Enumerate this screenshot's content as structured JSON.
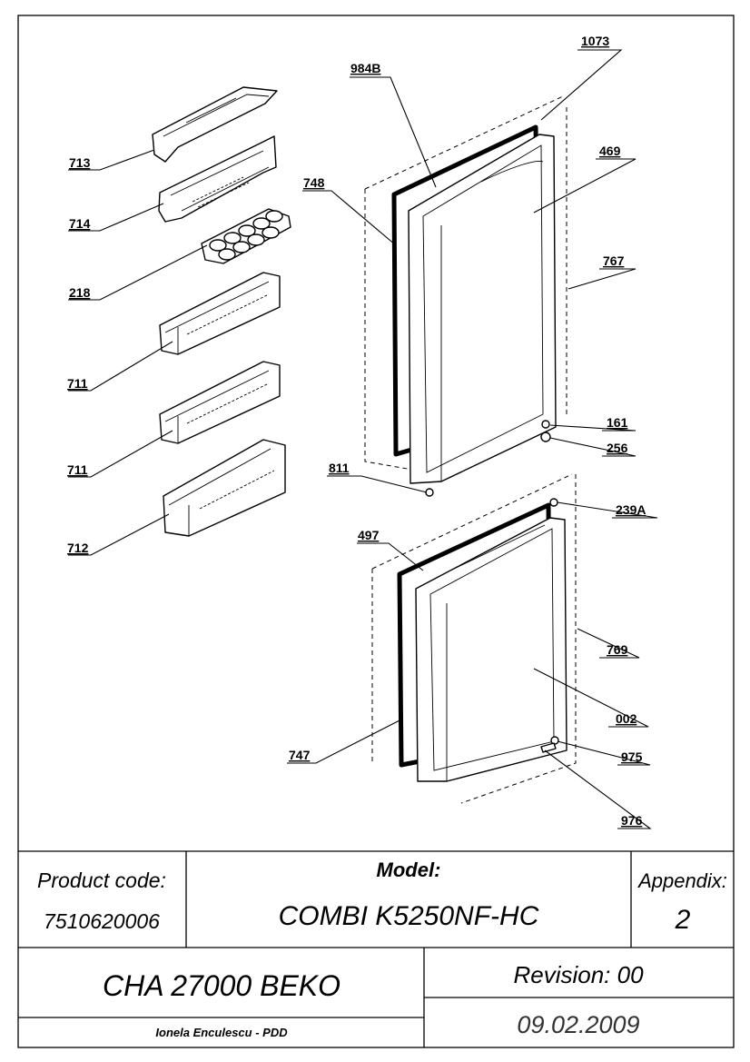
{
  "parts": [
    {
      "id": "p713",
      "label": "713"
    },
    {
      "id": "p714",
      "label": "714"
    },
    {
      "id": "p218",
      "label": "218"
    },
    {
      "id": "p711a",
      "label": "711"
    },
    {
      "id": "p711b",
      "label": "711"
    },
    {
      "id": "p712",
      "label": "712"
    },
    {
      "id": "p984B",
      "label": "984B"
    },
    {
      "id": "p1073",
      "label": "1073"
    },
    {
      "id": "p469",
      "label": "469"
    },
    {
      "id": "p748",
      "label": "748"
    },
    {
      "id": "p767",
      "label": "767"
    },
    {
      "id": "p161",
      "label": "161"
    },
    {
      "id": "p256",
      "label": "256"
    },
    {
      "id": "p811",
      "label": "811"
    },
    {
      "id": "p239A",
      "label": "239A"
    },
    {
      "id": "p497",
      "label": "497"
    },
    {
      "id": "p769",
      "label": "769"
    },
    {
      "id": "p002",
      "label": "002"
    },
    {
      "id": "p747",
      "label": "747"
    },
    {
      "id": "p975",
      "label": "975"
    },
    {
      "id": "p976",
      "label": "976"
    }
  ],
  "title_block": {
    "product_code_label": "Product code:",
    "product_code": "7510620006",
    "model_label": "Model:",
    "model": "COMBI K5250NF-HC",
    "appendix_label": "Appendix:",
    "appendix": "2",
    "cha": "CHA 27000 BEKO",
    "revision": "Revision: 00",
    "author": "Ionela Enculescu - PDD",
    "date": "09.02.2009"
  }
}
